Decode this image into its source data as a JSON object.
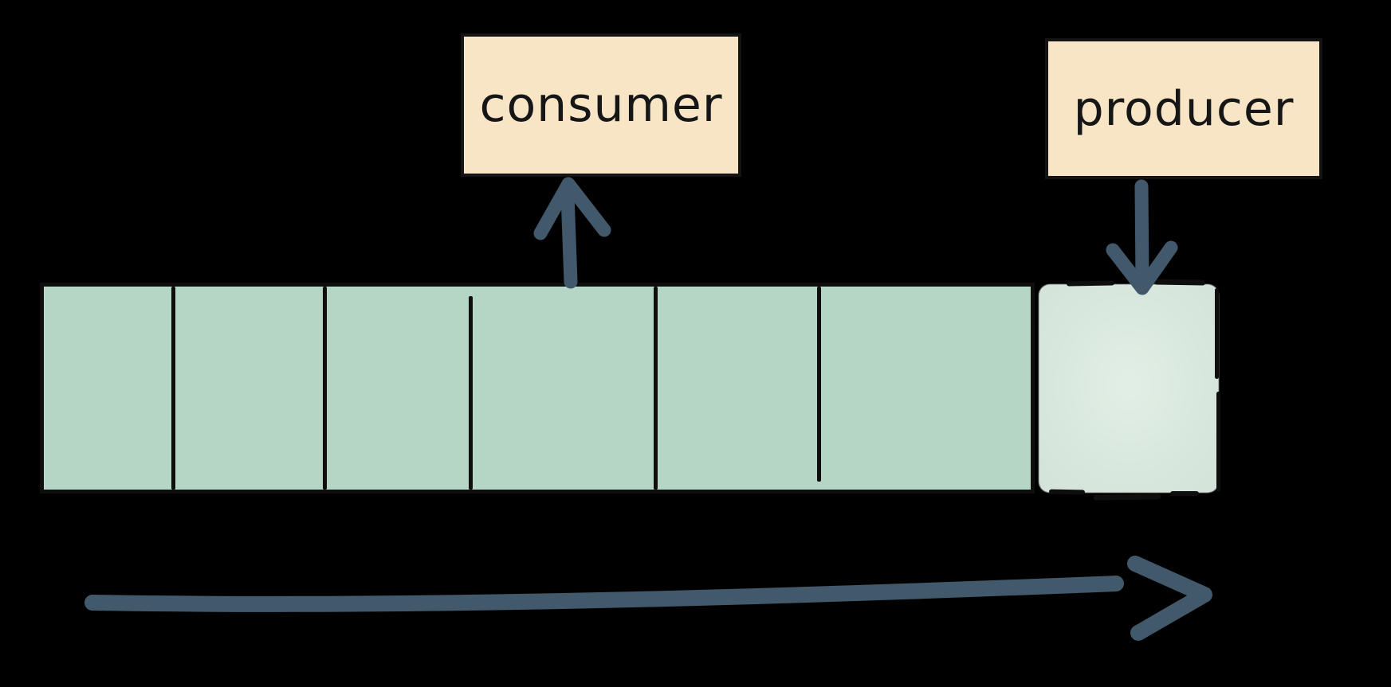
{
  "diagram": {
    "description": "Hand-drawn log/queue diagram: a consumer reads from the head of a partition while a producer appends a new record at the tail.",
    "boxes": [
      {
        "id": "consumer",
        "label": "consumer"
      },
      {
        "id": "producer",
        "label": "producer"
      }
    ],
    "queue": {
      "cells": [
        {
          "state": "filled"
        },
        {
          "state": "filled"
        },
        {
          "state": "filled"
        },
        {
          "state": "filled"
        },
        {
          "state": "filled"
        },
        {
          "state": "filled"
        }
      ],
      "pending_cell": {
        "state": "being-written"
      }
    },
    "arrows": [
      {
        "id": "consumer-read-arrow",
        "direction": "up",
        "from": "queue",
        "to": "consumer"
      },
      {
        "id": "producer-write-arrow",
        "direction": "down",
        "from": "producer",
        "to": "pending-cell"
      },
      {
        "id": "flow-direction-arrow",
        "direction": "right",
        "from": "left",
        "to": "right"
      }
    ],
    "colors": {
      "background": "#000000",
      "box_fill": "#f8e5c6",
      "box_border": "#141414",
      "cell_fill": "#b5d6c4",
      "pending_cell_fill": "#dce9e0",
      "line": "#0e0e0e",
      "arrow": "#42586b",
      "text": "#161616"
    }
  }
}
